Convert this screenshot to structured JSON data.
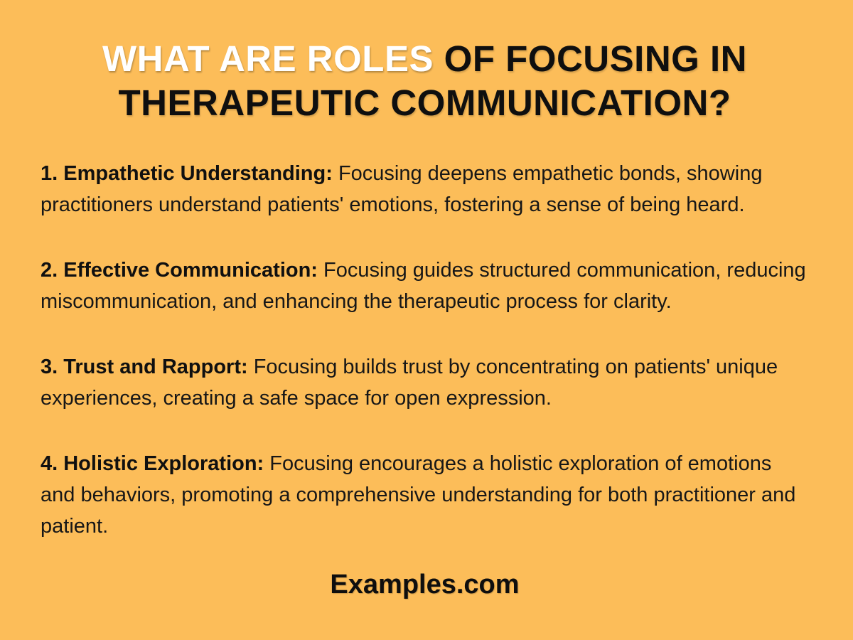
{
  "page": {
    "background_color": "#FCBD59",
    "text_color": "#171717",
    "title": {
      "highlight": "WHAT ARE ROLES",
      "rest": "OF FOCUSING IN THERAPEUTIC COMMUNICATION?",
      "highlight_color": "#FFFFFF",
      "rest_color": "#0F0F0F"
    },
    "items": [
      {
        "label": "1. Empathetic Understanding:",
        "text": "Focusing deepens empathetic bonds, showing practitioners understand patients' emotions, fostering a sense of being heard."
      },
      {
        "label": "2. Effective Communication:",
        "text": "Focusing guides structured communication, reducing miscommunication, and enhancing the therapeutic process for clarity."
      },
      {
        "label": "3. Trust and Rapport:",
        "text": "Focusing builds trust by concentrating on patients' unique experiences, creating a safe space for open expression."
      },
      {
        "label": "4. Holistic Exploration:",
        "text": "Focusing encourages a holistic exploration of emotions and behaviors, promoting a comprehensive understanding for both practitioner and patient."
      }
    ],
    "footer": {
      "brand": "Examples.com"
    }
  }
}
